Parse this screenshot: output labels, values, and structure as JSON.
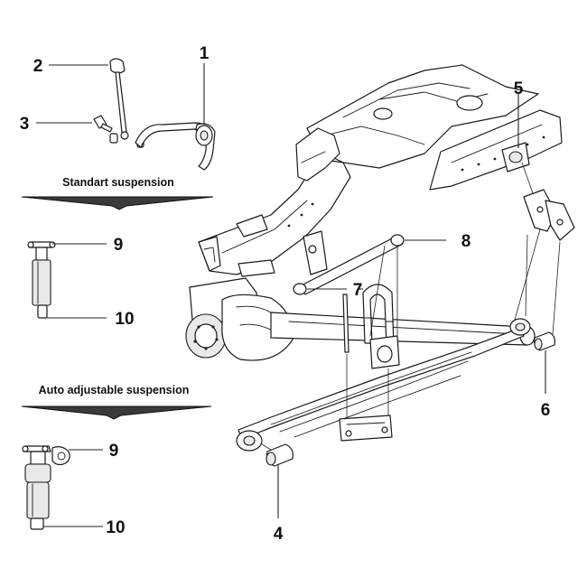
{
  "sections": {
    "standard_label": "Standart suspension",
    "auto_label": "Auto adjustable suspension"
  },
  "callouts": [
    "1",
    "2",
    "3",
    "4",
    "5",
    "6",
    "7",
    "8",
    "9",
    "10",
    "9",
    "10"
  ]
}
